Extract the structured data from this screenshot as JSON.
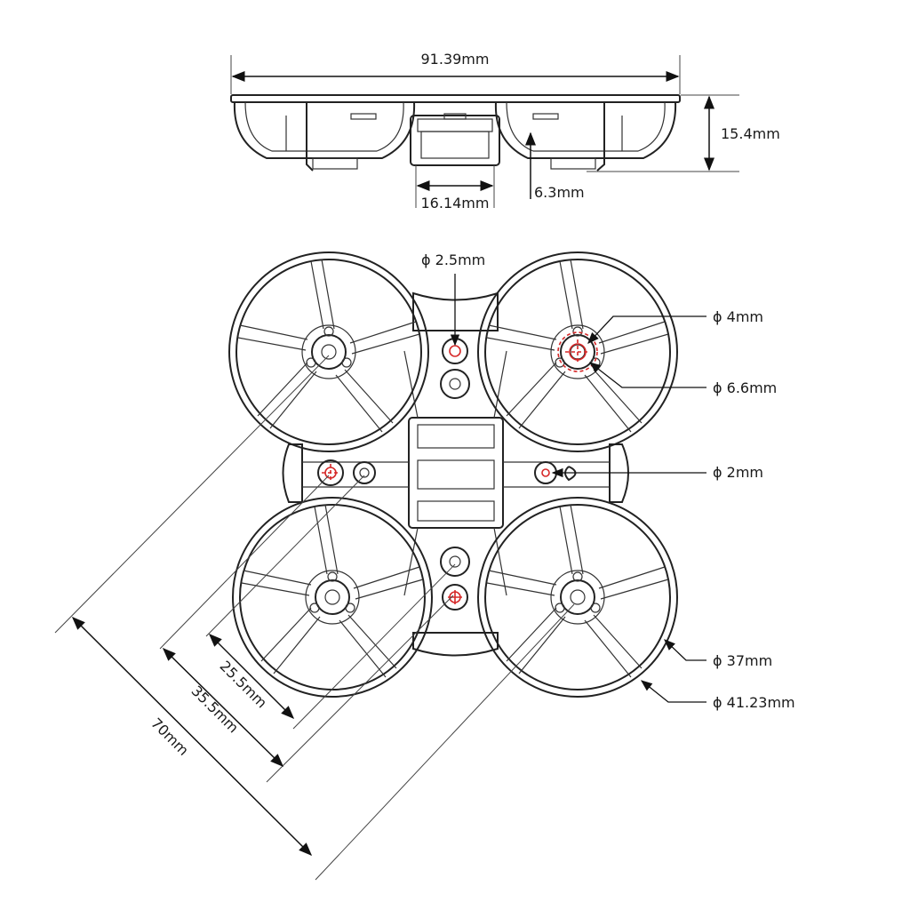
{
  "colors": {
    "outline": "#222222",
    "hole_marker": "#d62828",
    "background": "#ffffff"
  },
  "side_view": {
    "overall_width": "91.39mm",
    "height": "15.4mm",
    "battery_bay_width": "16.14mm",
    "bay_depth": "6.3mm"
  },
  "top_view": {
    "hole_center": "ϕ 2.5mm",
    "motor_shaft": "ϕ 4mm",
    "motor_mount": "ϕ 6.6mm",
    "side_hole": "ϕ 2mm",
    "prop_diameter": "ϕ 37mm",
    "duct_diameter": "ϕ 41.23mm",
    "mount_spacing_25": "25.5mm",
    "mount_spacing_35": "35.5mm",
    "wheelbase": "70mm"
  }
}
